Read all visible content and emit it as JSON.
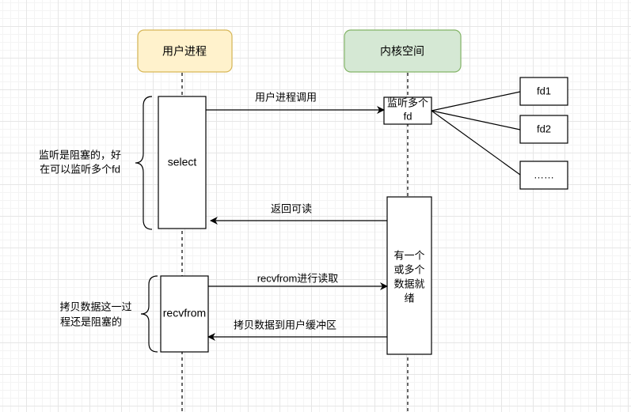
{
  "participants": {
    "user": {
      "label": "用户进程",
      "fill": "#fff2cc",
      "stroke": "#d6b656"
    },
    "kernel": {
      "label": "内核空间",
      "fill": "#d5e8d4",
      "stroke": "#82b366"
    }
  },
  "activations": {
    "select": "select",
    "recvfrom": "recvfrom",
    "monitor_line1": "监听多个",
    "monitor_line2": "fd",
    "ready_line1": "有一个",
    "ready_line2": "或多个",
    "ready_line3": "数据就",
    "ready_line4": "绪"
  },
  "fd_boxes": [
    "fd1",
    "fd2",
    "……"
  ],
  "messages": {
    "call": "用户进程调用",
    "return_readable": "返回可读",
    "recvfrom_read": "recvfrom进行读取",
    "copy_to_buffer": "拷贝数据到用户缓冲区"
  },
  "notes": {
    "select_line1": "监听是阻塞的，好",
    "select_line2": "在可以监听多个fd",
    "copy_line1": "拷贝数据这一过",
    "copy_line2": "程还是阻塞的"
  }
}
